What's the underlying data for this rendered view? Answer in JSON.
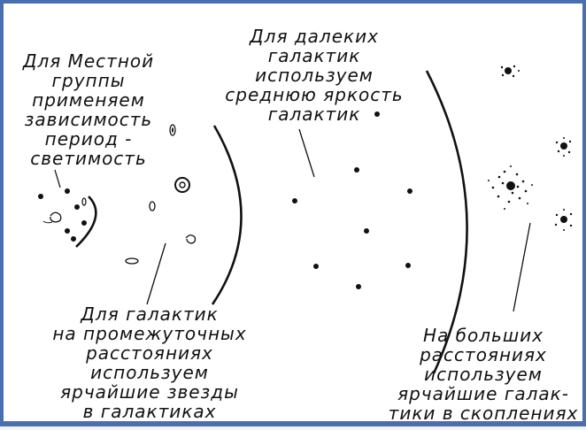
{
  "labels": {
    "local_group": [
      "Для Местной",
      "группы",
      "применяем",
      "зависимость",
      "период -",
      "светимость"
    ],
    "distant": [
      "Для далеких",
      "галактик",
      "используем",
      "среднюю яркость",
      "галактик"
    ],
    "intermediate": [
      "Для галактик",
      "на промежуточных",
      "расстояниях",
      "используем",
      "ярчайшие звезды",
      "в галактиках"
    ],
    "large": [
      "На больших",
      "расстояниях",
      "используем",
      "ярчайшие галак-",
      "тики в скоплениях"
    ]
  },
  "colors": {
    "ink": "#111111",
    "frame": "#4a6fb0",
    "paper": "#ffffff"
  }
}
